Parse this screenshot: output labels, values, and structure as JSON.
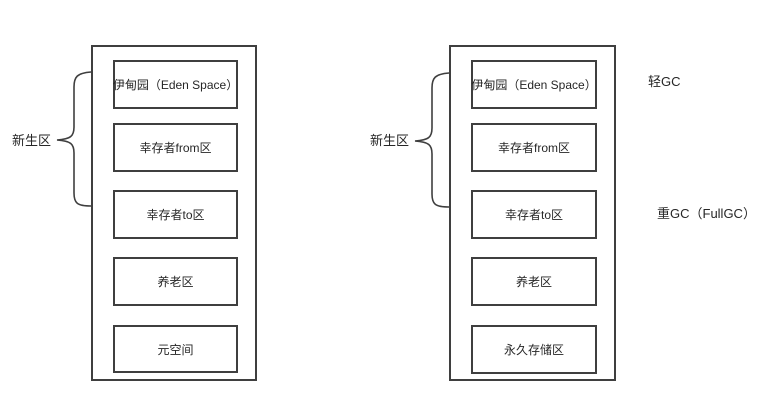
{
  "colors": {
    "line": "#3f3f3f",
    "text": "#262626",
    "background": "#ffffff"
  },
  "diagrams": [
    {
      "name": "jvm-heap-with-metaspace",
      "brace_label": "新生区",
      "boxes": [
        "伊甸园（Eden Space）",
        "幸存者from区",
        "幸存者to区",
        "养老区",
        "元空间"
      ]
    },
    {
      "name": "jvm-heap-with-permgen",
      "brace_label": "新生区",
      "boxes": [
        "伊甸园（Eden Space）",
        "幸存者from区",
        "幸存者to区",
        "养老区",
        "永久存储区"
      ]
    }
  ],
  "annotations": {
    "light_gc": "轻GC",
    "full_gc": "重GC（FullGC）"
  }
}
